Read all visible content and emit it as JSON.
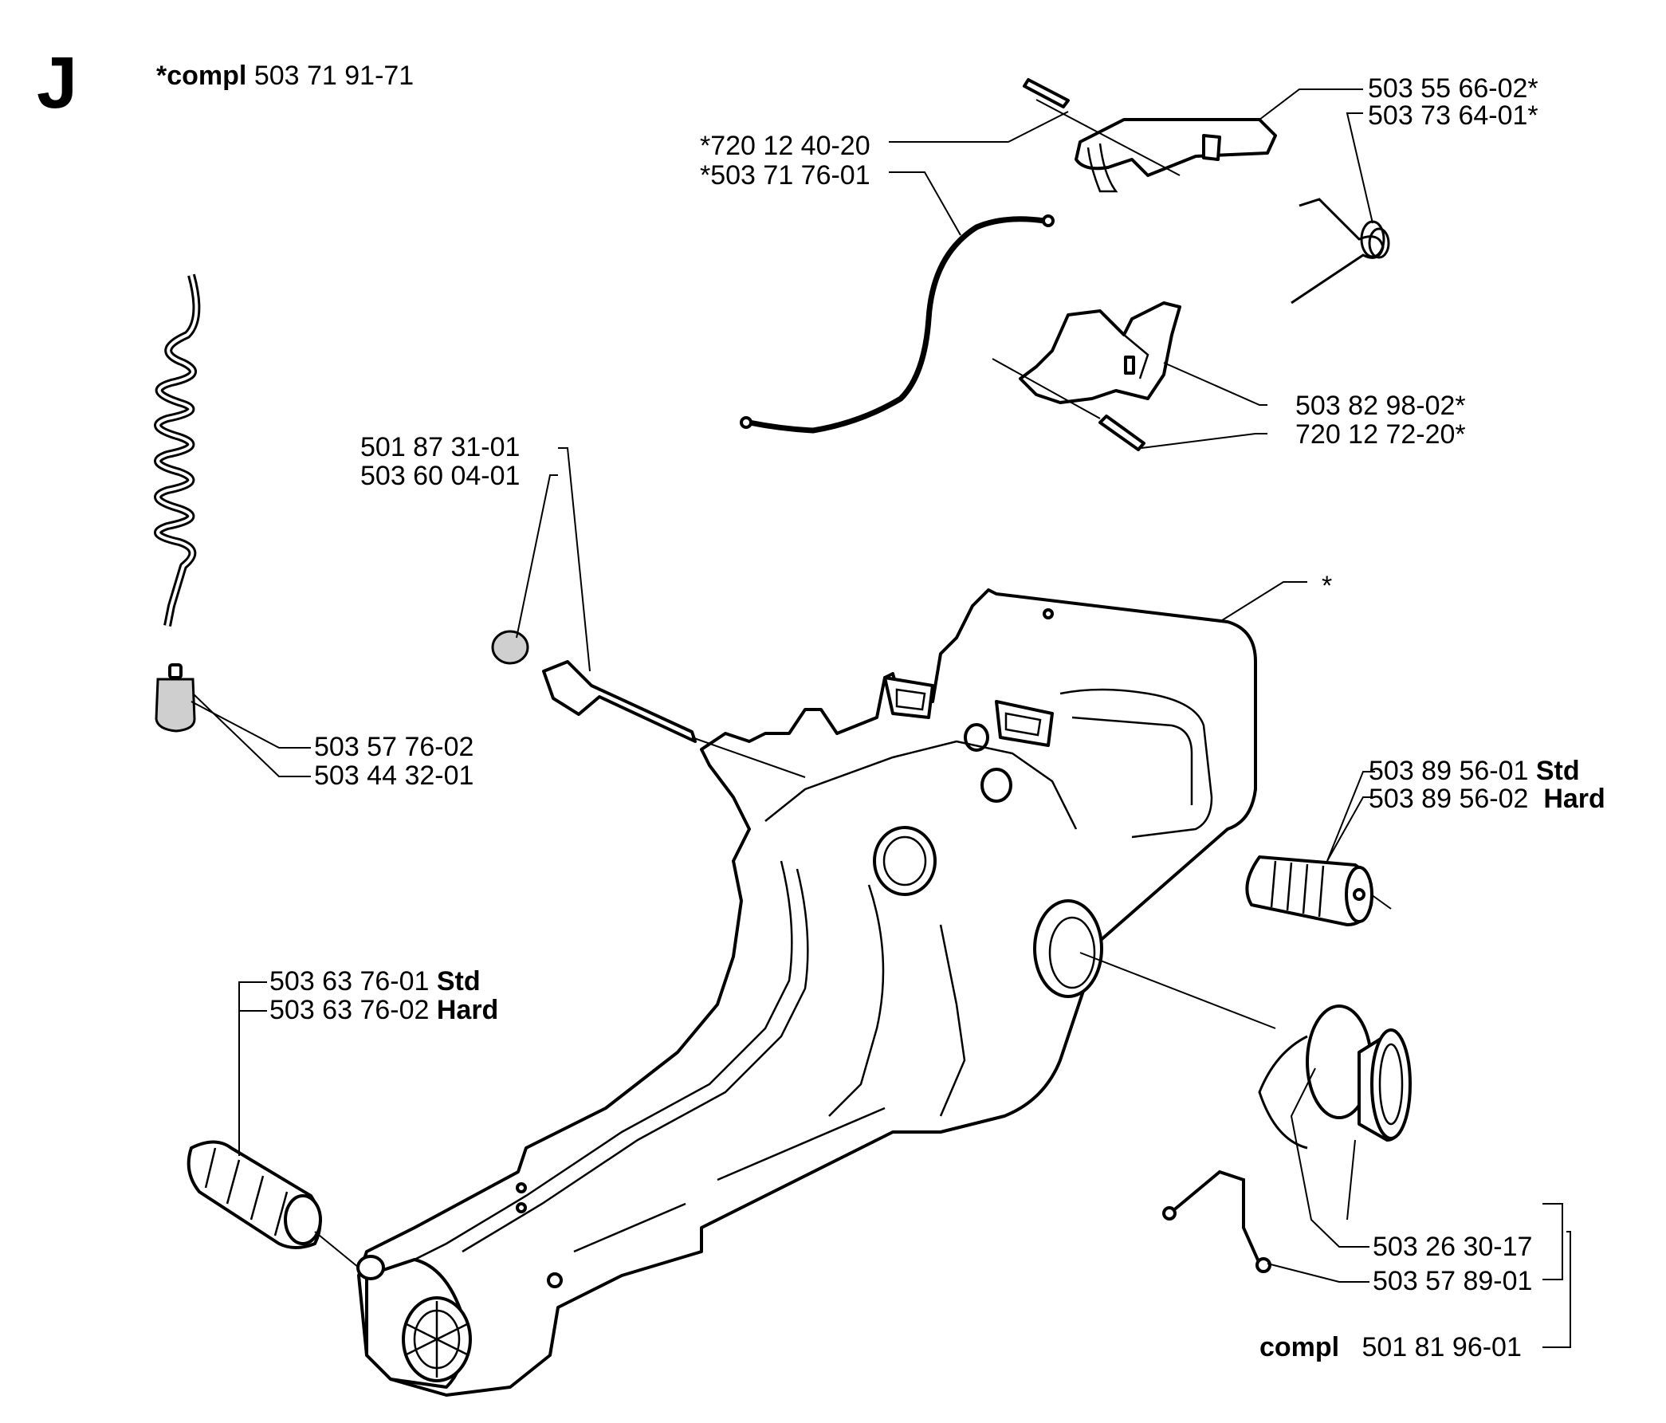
{
  "section": {
    "letter": "J"
  },
  "header": {
    "compl_prefix": "*compl",
    "compl_number": "503 71 91-71"
  },
  "labels": {
    "p1": "503 55 66-02*",
    "p2": "503 73 64-01*",
    "p3": "*720 12 40-20",
    "p4": "*503 71 76-01",
    "p5": "503 82 98-02*",
    "p6": "720 12 72-20*",
    "p7": "501 87 31-01",
    "p8": "503 60 04-01",
    "p9": "503 57 76-02",
    "p10": "503 44 32-01",
    "p11": "*",
    "p12_num": "503 89 56-01",
    "p12_suffix": "Std",
    "p13_num": "503 89 56-02",
    "p13_suffix": "Hard",
    "p14_num": "503 63 76-01",
    "p14_suffix": "Std",
    "p15_num": "503 63 76-02",
    "p15_suffix": "Hard",
    "p16": "503 26 30-17",
    "p17": "503 57 89-01",
    "p18_prefix": "compl",
    "p18_num": "501 81 96-01"
  }
}
